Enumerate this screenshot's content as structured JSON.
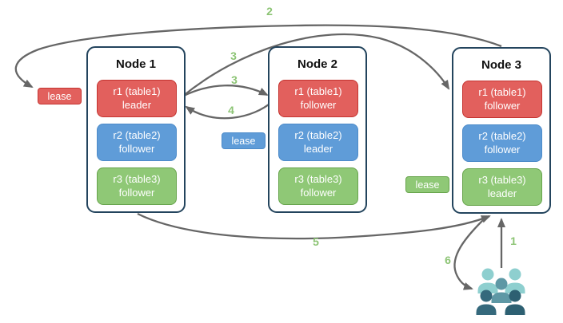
{
  "diagram": {
    "nodes": [
      {
        "title": "Node 1",
        "replicas": [
          {
            "label": "r1 (table1)",
            "role": "leader",
            "color": "red"
          },
          {
            "label": "r2 (table2)",
            "role": "follower",
            "color": "blue"
          },
          {
            "label": "r3 (table3)",
            "role": "follower",
            "color": "green"
          }
        ]
      },
      {
        "title": "Node 2",
        "replicas": [
          {
            "label": "r1 (table1)",
            "role": "follower",
            "color": "red"
          },
          {
            "label": "r2 (table2)",
            "role": "leader",
            "color": "blue"
          },
          {
            "label": "r3 (table3)",
            "role": "follower",
            "color": "green"
          }
        ]
      },
      {
        "title": "Node 3",
        "replicas": [
          {
            "label": "r1 (table1)",
            "role": "follower",
            "color": "red"
          },
          {
            "label": "r2 (table2)",
            "role": "follower",
            "color": "blue"
          },
          {
            "label": "r3 (table3)",
            "role": "leader",
            "color": "green"
          }
        ]
      }
    ],
    "leases": [
      {
        "label": "lease",
        "color": "red",
        "attached_to": "node1-r1"
      },
      {
        "label": "lease",
        "color": "blue",
        "attached_to": "node2-r2"
      },
      {
        "label": "lease",
        "color": "green",
        "attached_to": "node3-r3"
      }
    ],
    "steps": {
      "s1": "1",
      "s2": "2",
      "s3a": "3",
      "s3b": "3",
      "s4": "4",
      "s5": "5",
      "s6": "6"
    },
    "icons": {
      "clients": "users-group-icon"
    }
  },
  "colors": {
    "red_fill": "#e2605d",
    "red_border": "#c43430",
    "blue_fill": "#5f9cd8",
    "blue_border": "#4d8bc9",
    "green_fill": "#8fc876",
    "green_border": "#67a44c",
    "node_border": "#23445d",
    "arrow": "#666666",
    "step_label": "#8cc474",
    "people_light": "#8ecfcf",
    "people_medium": "#5e98a5",
    "people_dark": "#35697c",
    "people_darker": "#2d6072"
  }
}
